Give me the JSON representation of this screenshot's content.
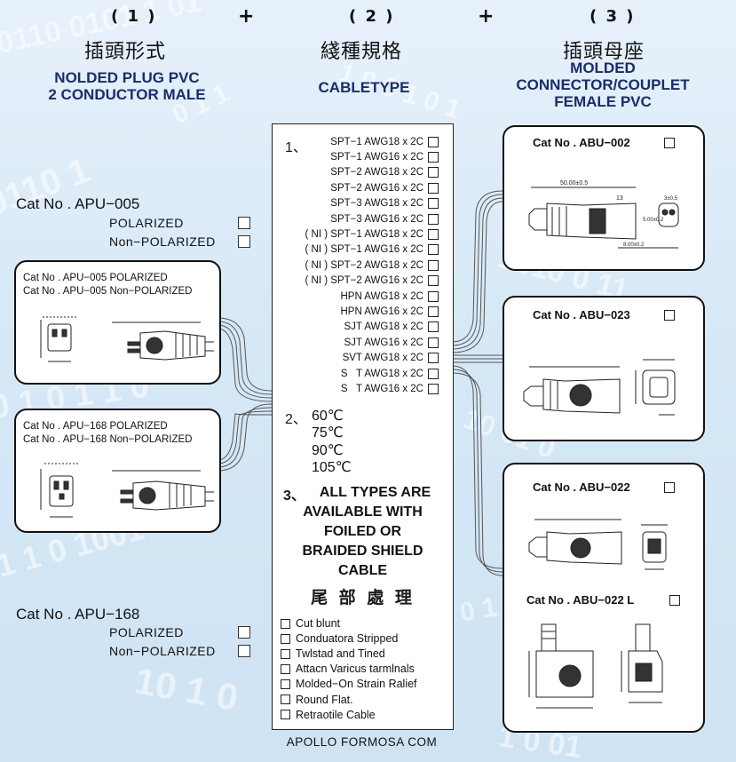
{
  "columns": [
    {
      "num": "( 1 )",
      "cn": "插頭形式",
      "en": [
        "NOLDED PLUG PVC",
        "2 CONDUCTOR MALE"
      ]
    },
    {
      "num": "( 2 )",
      "cn": "綫種規格",
      "en": [
        "CABLETYPE"
      ]
    },
    {
      "num": "( 3 )",
      "cn": "插頭母座",
      "en": [
        "MOLDED",
        "CONNECTOR/COUPLET",
        "FEMALE PVC"
      ]
    }
  ],
  "plus": "+",
  "left": {
    "apu005": {
      "title": "Cat No . APU−005",
      "opt1": "POLARIZED",
      "opt2": "Non−POLARIZED"
    },
    "box1": {
      "line1": "Cat No . APU−005 POLARIZED",
      "line2": "Cat No . APU−005  Non−POLARIZED"
    },
    "box2": {
      "line1": "Cat No . APU−168 POLARIZED",
      "line2": "Cat No . APU−168  Non−POLARIZED"
    },
    "apu168": {
      "title": "Cat No . APU−168",
      "opt1": "POLARIZED",
      "opt2": "Non−POLARIZED"
    }
  },
  "middle": {
    "num1": "1、",
    "cables": [
      "SPT−1 AWG18 x 2C",
      "SPT−1 AWG16 x 2C",
      "SPT−2 AWG18 x 2C",
      "SPT−2 AWG16 x 2C",
      "SPT−3 AWG18 x 2C",
      "SPT−3 AWG16 x 2C",
      "( NI ) SPT−1 AWG18 x 2C",
      "( NI ) SPT−1 AWG16 x 2C",
      "( NI ) SPT−2 AWG18 x 2C",
      "( NI ) SPT−2 AWG16 x 2C",
      "HPN AWG18 x 2C",
      "HPN AWG16 x 2C",
      "SJT AWG18 x 2C",
      "SJT AWG16 x 2C",
      "SVT AWG18 x 2C",
      "S   T AWG18 x 2C",
      "S   T AWG16 x 2C"
    ],
    "num2": "2、",
    "temps": [
      "60℃",
      "75℃",
      "90℃",
      "105℃"
    ],
    "num3": "3、",
    "types": [
      "ALL TYPES ARE",
      "AVAILABLE WITH",
      "FOILED OR",
      "BRAIDED SHIELD",
      "CABLE"
    ],
    "end_cn": "尾 部 處 理",
    "ends": [
      "Cut blunt",
      "Conduatora Stripped",
      "Twlstad and Tined",
      "Attacn Varicus tarmlnals",
      "Molded−On Strain Ralief",
      "Round Flat.",
      "Retraotile Cable"
    ]
  },
  "right": {
    "abu002": "Cat No . ABU−002",
    "abu023": "Cat No . ABU−023",
    "abu022": "Cat No . ABU−022",
    "abu022l": "Cat No . ABU−022 L",
    "dims": {
      "d1": "50.00±0.5",
      "d2": "13",
      "d3": "3±0.5",
      "d4": "5.00±0.2",
      "d5": "8.00±0.2"
    }
  },
  "footer": "APOLLO FORMOSA COM",
  "colors": {
    "accent": "#1b2b6e",
    "background": "#d6e8f6"
  }
}
